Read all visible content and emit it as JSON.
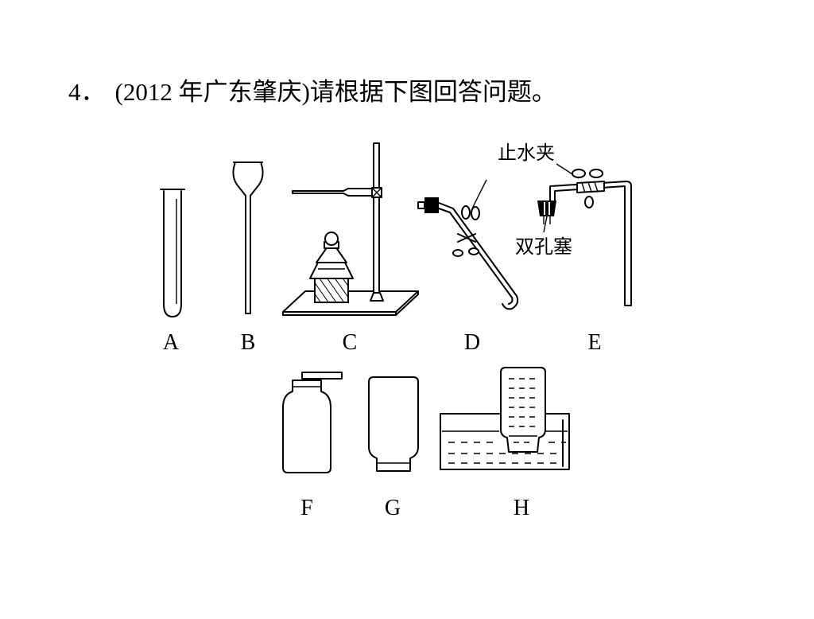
{
  "question": {
    "number": "4．",
    "text": "(2012 年广东肇庆)请根据下图回答问题。"
  },
  "figure": {
    "labels": {
      "A": "A",
      "B": "B",
      "C": "C",
      "D": "D",
      "E": "E",
      "F": "F",
      "G": "G",
      "H": "H"
    },
    "callouts": {
      "clamp": "止水夹",
      "stopper": "双孔塞"
    }
  }
}
